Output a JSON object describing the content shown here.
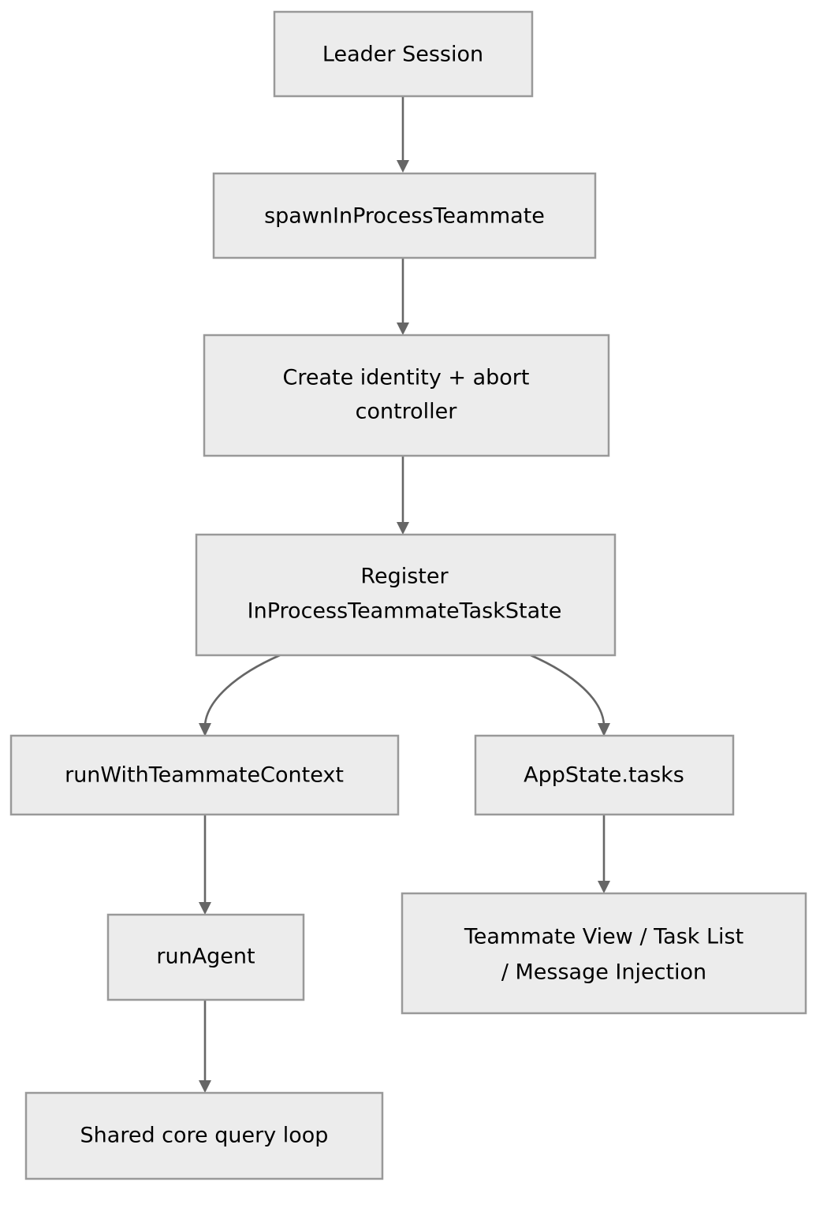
{
  "diagram": {
    "type": "flowchart",
    "direction": "top-to-bottom",
    "background_color": "#ffffff",
    "node_fill_color": "#ececec",
    "node_border_color": "#999999",
    "edge_color": "#666666",
    "text_color": "#000000",
    "nodes": [
      {
        "id": "leader-session",
        "label": "Leader Session"
      },
      {
        "id": "spawn-in-process-teammate",
        "label": "spawnInProcessTeammate"
      },
      {
        "id": "create-identity-abort-controller",
        "label_line_1": "Create identity + abort",
        "label_line_2": "controller"
      },
      {
        "id": "register-in-process-teammate-task-state",
        "label_line_1": "Register",
        "label_line_2": "InProcessTeammateTaskState"
      },
      {
        "id": "run-with-teammate-context",
        "label": "runWithTeammateContext"
      },
      {
        "id": "app-state-tasks",
        "label": "AppState.tasks"
      },
      {
        "id": "run-agent",
        "label": "runAgent"
      },
      {
        "id": "teammate-view-task-list-message-injection",
        "label_line_1": "Teammate View / Task List",
        "label_line_2": "/ Message Injection"
      },
      {
        "id": "shared-core-query-loop",
        "label": "Shared core query loop"
      }
    ],
    "edges": [
      {
        "from": "leader-session",
        "to": "spawn-in-process-teammate"
      },
      {
        "from": "spawn-in-process-teammate",
        "to": "create-identity-abort-controller"
      },
      {
        "from": "create-identity-abort-controller",
        "to": "register-in-process-teammate-task-state"
      },
      {
        "from": "register-in-process-teammate-task-state",
        "to": "run-with-teammate-context"
      },
      {
        "from": "register-in-process-teammate-task-state",
        "to": "app-state-tasks"
      },
      {
        "from": "run-with-teammate-context",
        "to": "run-agent"
      },
      {
        "from": "app-state-tasks",
        "to": "teammate-view-task-list-message-injection"
      },
      {
        "from": "run-agent",
        "to": "shared-core-query-loop"
      }
    ]
  }
}
